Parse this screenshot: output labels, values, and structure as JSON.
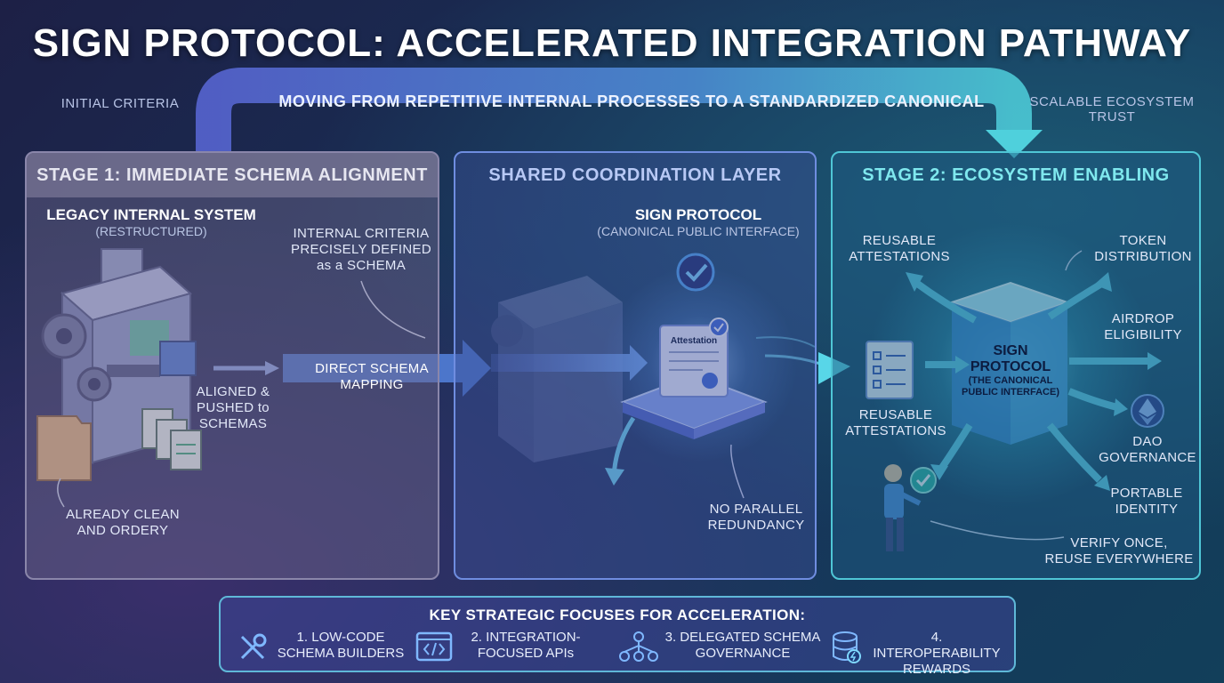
{
  "title": "SIGN PROTOCOL: ACCELERATED INTEGRATION PATHWAY",
  "top_flow": {
    "left_label": "INITIAL CRITERIA",
    "arc_text": "MOVING FROM REPETITIVE INTERNAL PROCESSES TO A STANDARDIZED CANONICAL",
    "right_label_line1": "SCALABLE ECOSYSTEM",
    "right_label_line2": "TRUST"
  },
  "stage1": {
    "heading": "STAGE 1: IMMEDIATE SCHEMA ALIGNMENT",
    "system_title": "LEGACY INTERNAL SYSTEM",
    "system_sub": "(RESTRUCTURED)",
    "criteria_line1": "INTERNAL CRITERIA",
    "criteria_line2": "PRECISELY DEFINED",
    "criteria_line3": "as a SCHEMA",
    "aligned_line1": "ALIGNED &",
    "aligned_line2": "PUSHED to",
    "aligned_line3": "SCHEMAS",
    "clean_line1": "ALREADY CLEAN",
    "clean_line2": "AND ORDERY",
    "mapping_label": "DIRECT SCHEMA MAPPING"
  },
  "stage_mid": {
    "heading": "SHARED COORDINATION LAYER",
    "protocol_title": "SIGN PROTOCOL",
    "protocol_sub": "(CANONICAL PUBLIC INTERFACE)",
    "attestation_label": "Attestation",
    "redundancy_line1": "NO PARALLEL",
    "redundancy_line2": "REDUNDANCY"
  },
  "stage2": {
    "heading": "STAGE 2: ECOSYSTEM ENABLING",
    "hub_line1": "SIGN",
    "hub_line2": "PROTOCOL",
    "hub_line3": "(THE CANONICAL",
    "hub_line4": "PUBLIC INTERFACE)",
    "reusable_top_line1": "REUSABLE",
    "reusable_top_line2": "ATTESTATIONS",
    "reusable_bottom_line1": "REUSABLE",
    "reusable_bottom_line2": "ATTESTATIONS",
    "token_line1": "TOKEN",
    "token_line2": "DISTRIBUTION",
    "airdrop_line1": "AIRDROP",
    "airdrop_line2": "ELIGIBILITY",
    "dao_line1": "DAO",
    "dao_line2": "GOVERNANCE",
    "identity_line1": "PORTABLE",
    "identity_line2": "IDENTITY",
    "verify_line1": "VERIFY ONCE,",
    "verify_line2": "REUSE EVERYWHERE"
  },
  "focuses": {
    "title": "KEY STRATEGIC FOCUSES FOR ACCELERATION:",
    "items": [
      {
        "line1": "1. LOW-CODE",
        "line2": "SCHEMA BUILDERS",
        "icon": "tools-icon"
      },
      {
        "line1": "2. INTEGRATION-",
        "line2": "FOCUSED APIs",
        "icon": "code-window-icon"
      },
      {
        "line1": "3. DELEGATED SCHEMA",
        "line2": "GOVERNANCE",
        "icon": "team-network-icon"
      },
      {
        "line1": "4. INTEROPERABILITY",
        "line2": "REWARDS",
        "icon": "database-bolt-icon"
      }
    ]
  },
  "colors": {
    "accent_cyan": "#4fd8e6",
    "accent_blue": "#5b8cf0",
    "panel1_border": "#8a86aa",
    "panel2_border": "#6f8de0",
    "panel3_border": "#4fc6d6"
  }
}
